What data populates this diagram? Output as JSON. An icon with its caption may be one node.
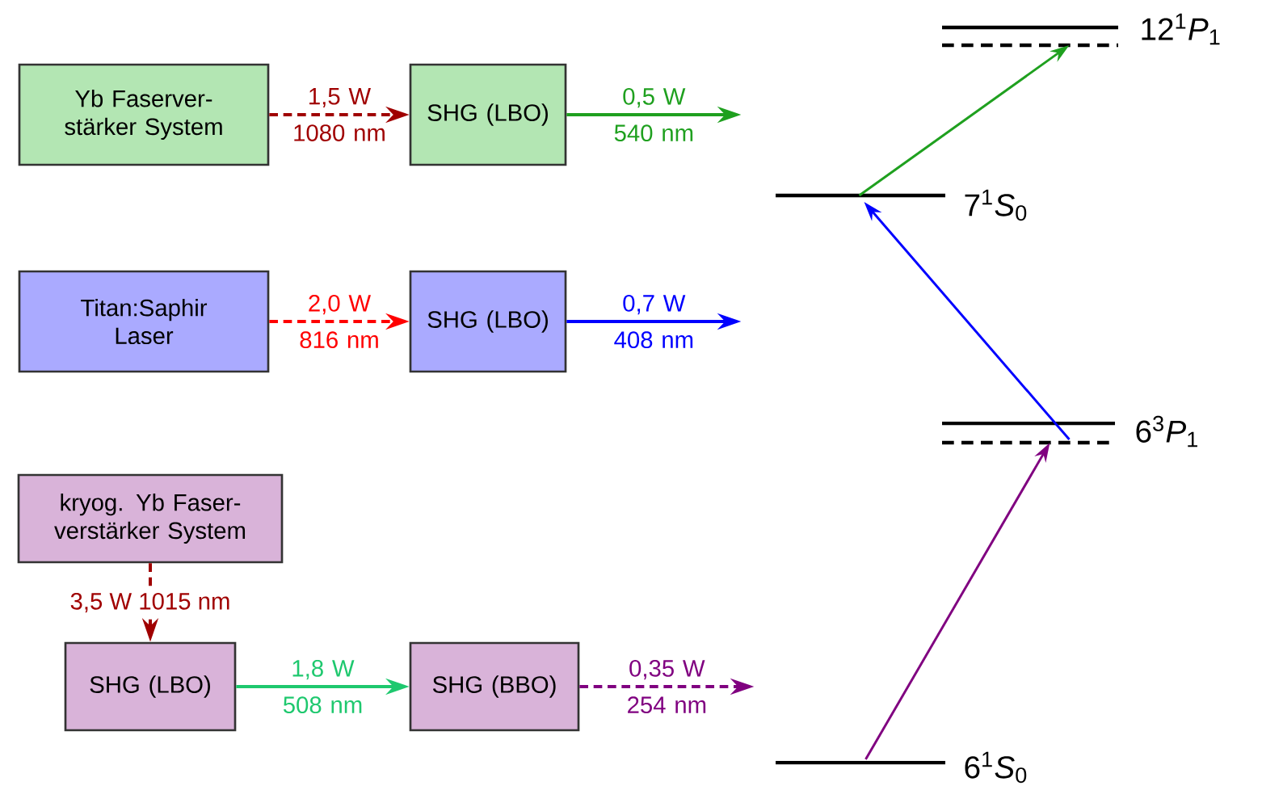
{
  "diagram": {
    "nodes": [
      {
        "text": [
          "Yb Faserver- stärker System"
        ]
      },
      {
        "text": [
          "SHG (LBO)"
        ]
      },
      {
        "text": [
          "Titan:Saphir Laser"
        ]
      },
      {
        "text": [
          "SHG (LBO)"
        ]
      },
      {
        "text": [
          "kryog. Yb Faser- verstärker System"
        ]
      },
      {
        "text": [
          "SHG (LBO)"
        ]
      },
      {
        "text": [
          "SHG (BBO)"
        ]
      },
      {
        "text": [
          "6$^{1}$*S*$_{0}$"
        ]
      },
      {
        "text": [
          "6$^{3}$*P*$_{1}$"
        ]
      },
      {
        "text": [
          "7$^{1}$*S*$_{0}$"
        ]
      },
      {
        "text": [
          "12$^{1}$*P*$_{1}$"
        ]
      }
    ],
    "edges": [
      {
        "from": 0,
        "to": 1,
        "arrow": "to",
        "label": "1,5 W 1080 nm",
        "style": "dashed",
        "color": "#a00000"
      },
      {
        "from": 1,
        "to": null,
        "arrow": "to",
        "label": "0,5 W 540 nm",
        "color": "#1fa01f"
      },
      {
        "from": 2,
        "to": 3,
        "arrow": "to",
        "label": "2,0 W 816 nm",
        "style": "dashed",
        "color": "#ff0000"
      },
      {
        "from": 3,
        "to": null,
        "arrow": "to",
        "label": "0,7 W 408 nm",
        "color": "#0000ff"
      },
      {
        "from": 4,
        "to": 5,
        "arrow": "to",
        "label": "3,5 W 1015 nm",
        "style": "dashed",
        "color": "#a00000"
      },
      {
        "from": 5,
        "to": 6,
        "arrow": "to",
        "label": "1,8 W 508 nm",
        "color": "#1ec86e"
      },
      {
        "from": 6,
        "to": null,
        "arrow": "to",
        "label": "0,35 W 254 nm",
        "style": "dashed",
        "color": "#800080"
      },
      {
        "from": 7,
        "to": 8,
        "arrow": "to",
        "color": "#800080"
      },
      {
        "from": 8,
        "to": 9,
        "arrow": "to",
        "color": "#0000ff"
      },
      {
        "from": 9,
        "to": 10,
        "arrow": "to",
        "color": "#1fa01f"
      }
    ]
  }
}
